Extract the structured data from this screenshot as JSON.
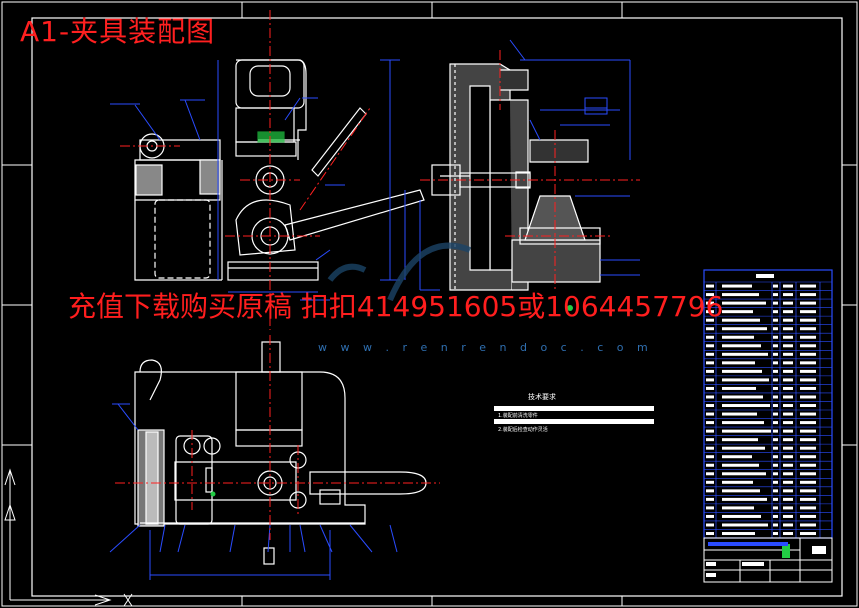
{
  "drawing": {
    "title": "A1-夹具装配图",
    "watermark": "充值下载购买原稿 扣扣414951605或1064457796",
    "site": "w w w . r e n r e n d o c . c o m",
    "tech_title": "技术要求",
    "tech_items": [
      "1.装配前清洗零件",
      "2.装配后检查动作灵活"
    ]
  },
  "colors": {
    "background": "#000000",
    "frame": "#ffffff",
    "part": "#ffffff",
    "dimension": "#2a4cff",
    "centerline": "#ff2020",
    "hatch": "#c8c8c8",
    "highlight": "#22cc44"
  }
}
